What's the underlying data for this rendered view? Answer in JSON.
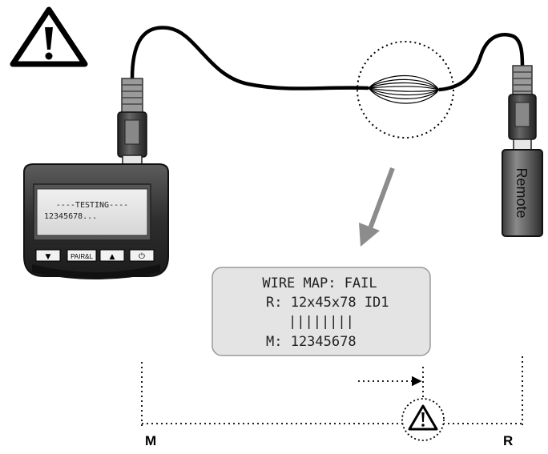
{
  "tester": {
    "screen_line1": "----TESTING----",
    "screen_line2": "12345678...",
    "btn_down": "▼",
    "btn_pair": "PAIR&L",
    "btn_up": "▲",
    "btn_power": "⏻"
  },
  "remote": {
    "label": "Remote"
  },
  "display": {
    "line1": "WIRE MAP: FAIL",
    "line2": "R: 12x45x78 ID1",
    "line3": "||||||||",
    "line4": "M: 12345678"
  },
  "scale": {
    "left_label": "M",
    "right_label": "R"
  },
  "icons": {
    "top_warning": "warning-triangle-icon",
    "fault_warning": "warning-triangle-icon"
  }
}
